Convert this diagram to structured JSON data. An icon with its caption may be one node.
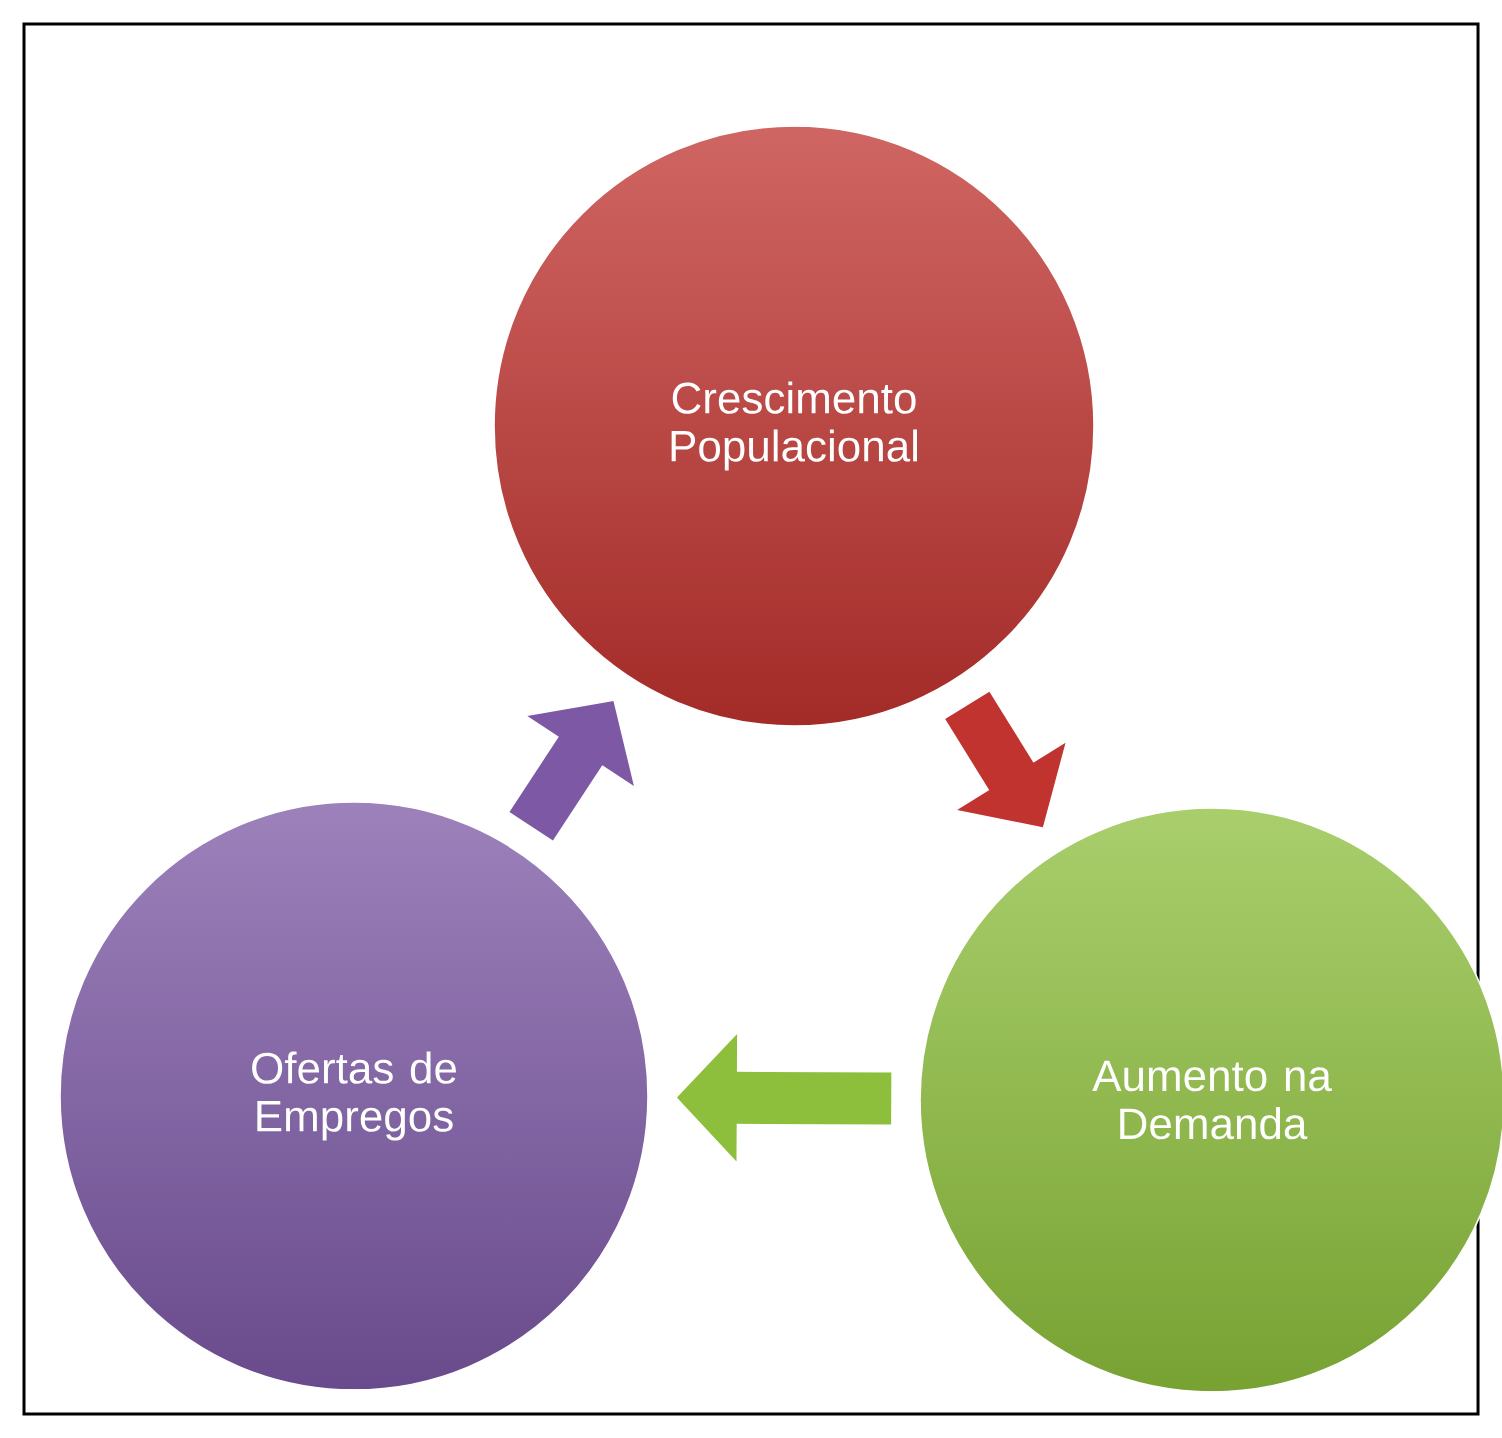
{
  "diagram": {
    "nodes": [
      {
        "text": [
          "Crescimento Populacional"
        ]
      },
      {
        "text": [
          "Aumento na Demanda"
        ]
      },
      {
        "text": [
          "Ofertas de Empregos"
        ]
      }
    ],
    "edges": [
      {
        "from": 0,
        "to": 1,
        "arrow": "to",
        "color": "#c0332f"
      },
      {
        "from": 1,
        "to": 2,
        "arrow": "to",
        "color": "#8dbf3c"
      },
      {
        "from": 2,
        "to": 0,
        "arrow": "to",
        "color": "#7c58a5"
      }
    ]
  }
}
